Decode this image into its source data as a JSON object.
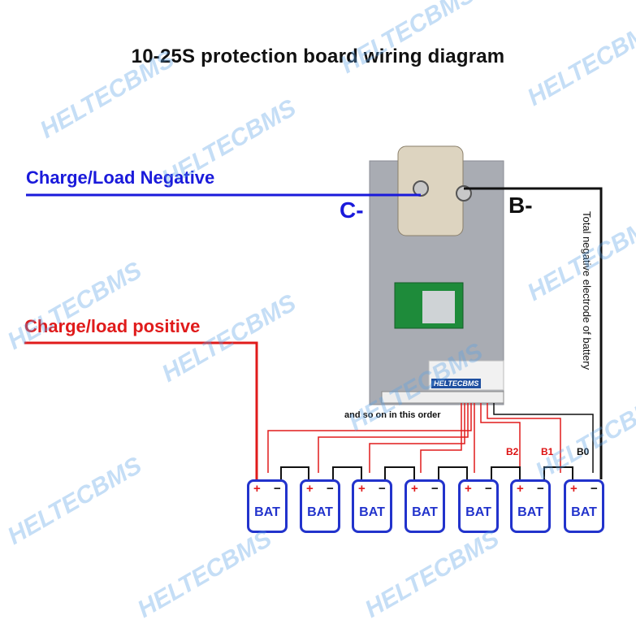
{
  "title": "10-25S protection board wiring diagram",
  "labels": {
    "charge_load_negative": "Charge/Load Negative",
    "charge_load_positive": "Charge/load positive",
    "c_minus": "C-",
    "b_minus": "B-",
    "total_negative": "Total negative electrode of battery",
    "order_note": "and so on in this order",
    "b2": "B2",
    "b1": "B1",
    "b0": "B0"
  },
  "board_logo": "HELTECBMS",
  "batteries": [
    {
      "plus": "+",
      "minus": "−",
      "label": "BAT"
    },
    {
      "plus": "+",
      "minus": "−",
      "label": "BAT"
    },
    {
      "plus": "+",
      "minus": "−",
      "label": "BAT"
    },
    {
      "plus": "+",
      "minus": "−",
      "label": "BAT"
    },
    {
      "plus": "+",
      "minus": "−",
      "label": "BAT"
    },
    {
      "plus": "+",
      "minus": "−",
      "label": "BAT"
    },
    {
      "plus": "+",
      "minus": "−",
      "label": "BAT"
    }
  ],
  "watermark": "HELTECBMS",
  "colors": {
    "negative_wire": "#1a1adb",
    "positive_wire": "#e01b1b",
    "battery_outline": "#2233cc",
    "total_negative_wire": "#111111"
  }
}
